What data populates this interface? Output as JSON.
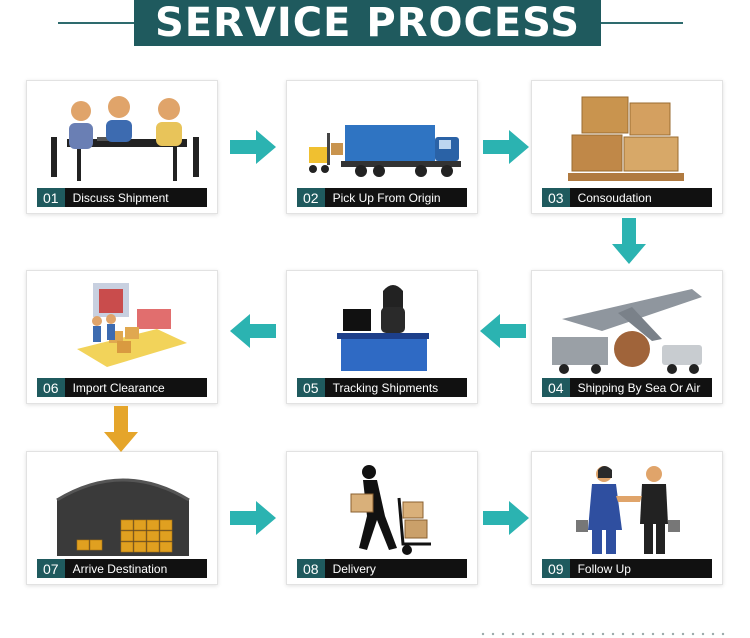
{
  "title": "SERVICE PROCESS",
  "steps": [
    {
      "num": "01",
      "label": "Discuss Shipment"
    },
    {
      "num": "02",
      "label": "Pick Up From Origin"
    },
    {
      "num": "03",
      "label": "Consoudation"
    },
    {
      "num": "04",
      "label": "Shipping By Sea Or Air"
    },
    {
      "num": "05",
      "label": "Tracking Shipments"
    },
    {
      "num": "06",
      "label": "Import Clearance"
    },
    {
      "num": "07",
      "label": "Arrive Destination"
    },
    {
      "num": "08",
      "label": "Delivery"
    },
    {
      "num": "09",
      "label": "Follow Up"
    }
  ],
  "colors": {
    "teal": "#2bb3b1",
    "banner": "#1f5a5e",
    "gold": "#e5a52a"
  }
}
